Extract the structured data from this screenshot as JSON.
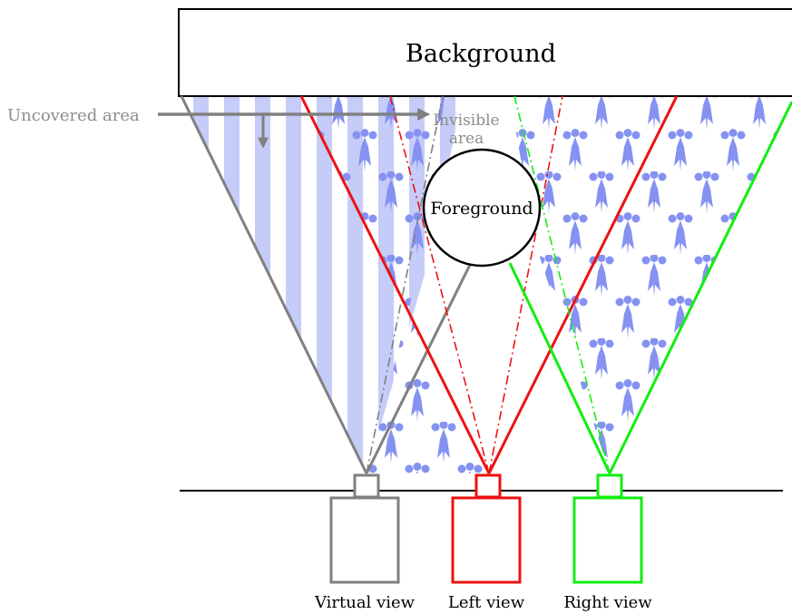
{
  "labels": {
    "background": "Background",
    "foreground": "Foreground",
    "uncovered_area": "Uncovered area",
    "invisible_area_line1": "Invisible",
    "invisible_area_line2": "area",
    "virtual_view": "Virtual view",
    "left_view": "Left view",
    "right_view": "Right view"
  },
  "colors": {
    "pattern_blue": "#8592f2",
    "stripe_blue": "#c6ccf8",
    "virtual_camera": "#808080",
    "left_camera": "#ee1111",
    "right_camera": "#11ee11",
    "annotation_gray": "#8c8c8c",
    "outline": "#000000"
  },
  "patterns": {
    "uncovered_fill": "vertical-stripes",
    "view_fill": "ermine-spots"
  }
}
